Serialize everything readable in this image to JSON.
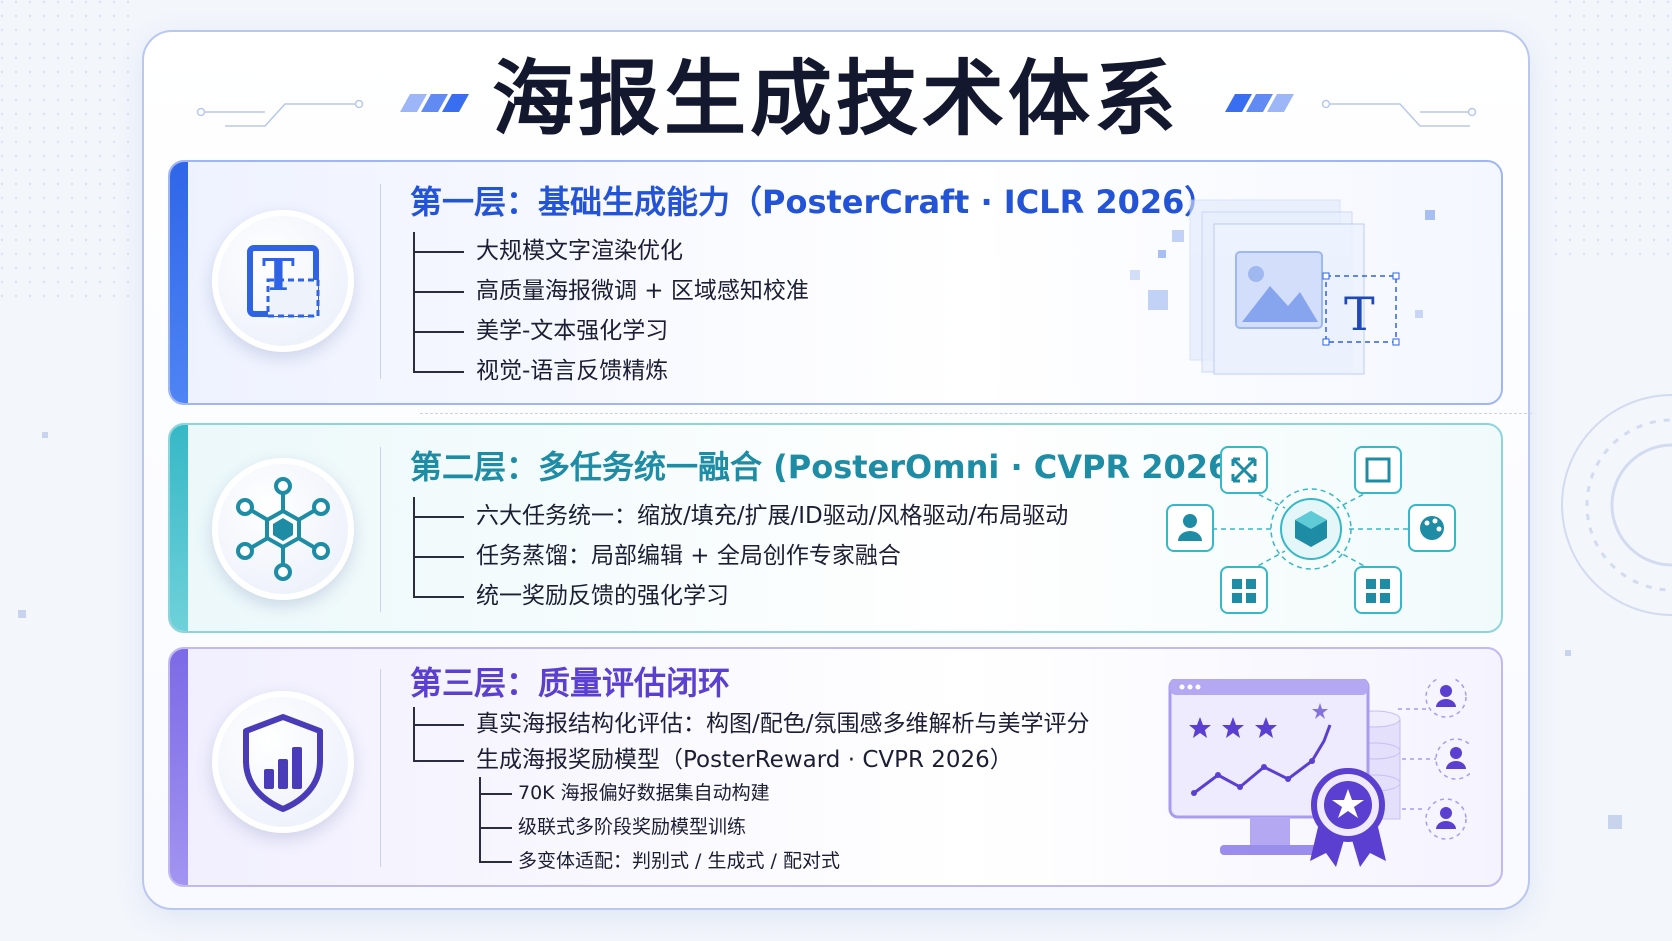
{
  "title": "海报生成技术体系",
  "colors": {
    "layer1": "#2353d6",
    "layer2": "#1d8ca4",
    "layer3": "#5a3fd0",
    "title": "#14182f"
  },
  "layers": [
    {
      "title": "第一层：基础生成能力（PosterCraft · ICLR 2026）",
      "icon": "text-frame-icon",
      "items": [
        "大规模文字渲染优化",
        "高质量海报微调 + 区域感知校准",
        "美学-文本强化学习",
        "视觉-语言反馈精炼"
      ],
      "illustration": {
        "icon": "image-text-layers-icon",
        "text": "T"
      }
    },
    {
      "title": "第二层：多任务统一融合 (PosterOmni · CVPR 2026)",
      "icon": "hub-network-icon",
      "items": [
        "六大任务统一：缩放/填充/扩展/ID驱动/风格驱动/布局驱动",
        "任务蒸馏：局部编辑 + 全局创作专家融合",
        "统一奖励反馈的强化学习"
      ],
      "illustration": {
        "icon": "task-hub-icon"
      }
    },
    {
      "title": "第三层：质量评估闭环",
      "icon": "shield-chart-icon",
      "items": [
        "真实海报结构化评估：构图/配色/氛围感多维解析与美学评分",
        "生成海报奖励模型（PosterReward · CVPR 2026）"
      ],
      "subitems": [
        "70K 海报偏好数据集自动构建",
        "级联式多阶段奖励模型训练",
        "多变体适配：判别式 / 生成式 / 配对式"
      ],
      "illustration": {
        "icon": "monitor-rating-icon"
      }
    }
  ]
}
